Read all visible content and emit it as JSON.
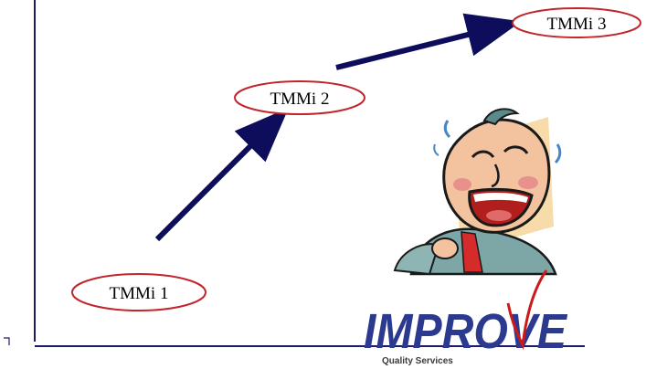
{
  "levels": [
    {
      "label": "TMMi 1"
    },
    {
      "label": "TMMi 2"
    },
    {
      "label": "TMMi 3"
    }
  ],
  "logo": {
    "wordmark": "IMPROVE",
    "tagline": "Quality Services",
    "color": "#2b3a8f",
    "accent": "#cc1a1a"
  },
  "colors": {
    "frame": "#1b1b6b",
    "arrow": "#0d0d5c",
    "ellipse_stroke": "#c0262b",
    "character_backdrop": "#f7dcaa"
  },
  "icons": [
    "laughing-man-icon",
    "improve-logo-icon"
  ]
}
